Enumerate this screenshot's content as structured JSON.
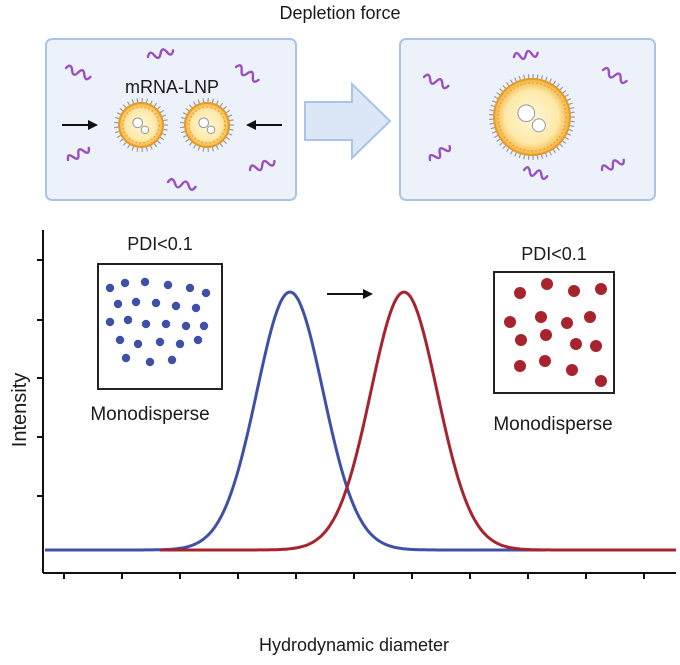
{
  "top": {
    "title": "Depletion force",
    "left_label": "mRNA-LNP"
  },
  "plot": {
    "ylabel": "Intensity",
    "xlabel": "Hydrodynamic diameter"
  },
  "insets": {
    "left": {
      "pdi": "PDI<0.1",
      "label": "Monodisperse"
    },
    "right": {
      "pdi": "PDI<0.1",
      "label": "Monodisperse"
    }
  },
  "colors": {
    "blue": "#3f51a6",
    "red": "#a8232e",
    "purple": "#9b4fc0",
    "panel_fill": "#edf2fa",
    "panel_stroke": "#a9c4e4",
    "arrow_fill": "#dbe6f6"
  },
  "icons": [
    "arrow-right-icon",
    "arrow-left-icon",
    "big-arrow-icon",
    "lnp-particle-icon",
    "polymer-icon"
  ]
}
